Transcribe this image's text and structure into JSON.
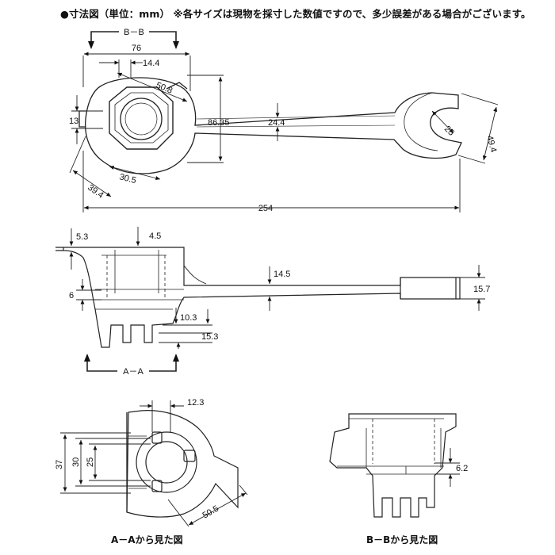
{
  "header": {
    "text": "●寸法図（単位：mm） ※各サイズは現物を採寸した数値ですので、多少誤差がある場合がございます。"
  },
  "views": {
    "top": {
      "section_label": "B－B",
      "dims": {
        "overall_width": "76",
        "slot": "14.4",
        "hex_diagonal": "50.8",
        "handle_length": "86.35",
        "handle_width": "24.4",
        "thickness": "13",
        "hex_inner": "30.5",
        "hex_outer": "39.4",
        "open_jaw": "25",
        "jaw_outer": "49.4",
        "total_length": "254"
      }
    },
    "side": {
      "section_label": "A－A",
      "dims": {
        "top_offset": "5.3",
        "slot_depth": "4.5",
        "bar_thickness": "14.5",
        "lip": "6",
        "end_thickness": "15.7",
        "lug_height": "10.3",
        "lug_depth": "15.3"
      }
    },
    "aa": {
      "caption": "A－Aから見た図",
      "dims": {
        "lug_width": "12.3",
        "outer_diameter": "37",
        "mid_diameter": "30",
        "inner_diameter": "25",
        "diag_length": "50.5"
      }
    },
    "bb": {
      "caption": "B－Bから見た図",
      "dims": {
        "step": "6.2"
      }
    }
  }
}
